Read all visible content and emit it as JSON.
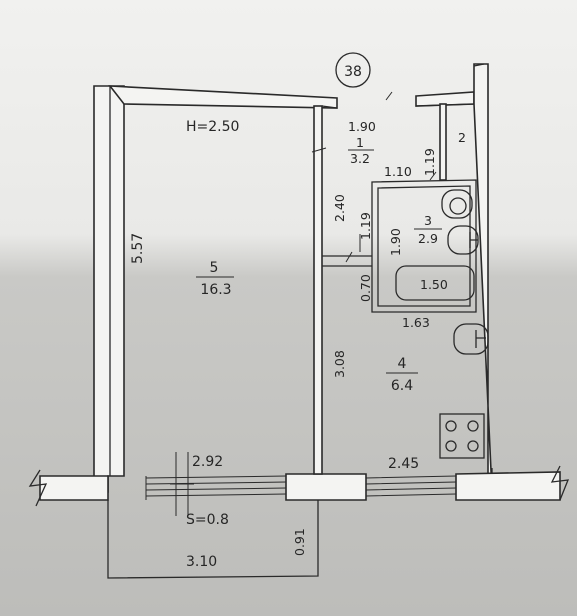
{
  "plan_number": "38",
  "ceiling_height": "H=2.50",
  "rooms": [
    {
      "number": "1",
      "area": "3.2"
    },
    {
      "number": "2",
      "area": ""
    },
    {
      "number": "3",
      "area": "2.9"
    },
    {
      "number": "4",
      "area": "6.4"
    },
    {
      "number": "5",
      "area": "16.3"
    }
  ],
  "dimensions": {
    "hall_width": "1.90",
    "room2_height": "1.19",
    "bath_top": "1.10",
    "hall_height": "2.40",
    "hall_side": "1.19",
    "bath_height": "1.90",
    "gap": "0.70",
    "tub_length": "1.50",
    "bath_width": "1.63",
    "kitchen_height": "3.08",
    "room_height": "5.57",
    "room_width": "2.92",
    "kitchen_width": "2.45",
    "balcony_area": "S=0.8",
    "balcony_depth": "0.91",
    "balcony_width": "3.10"
  }
}
